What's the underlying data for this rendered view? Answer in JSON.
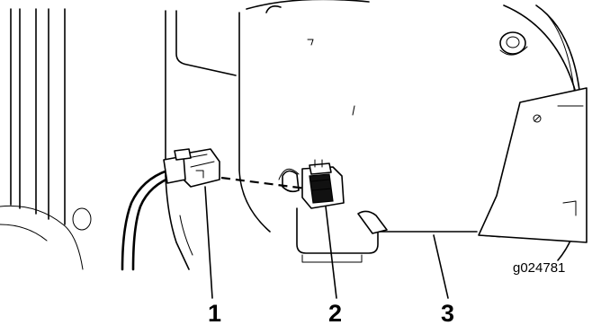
{
  "figure_id": "g024781",
  "callouts": [
    {
      "number": "1"
    },
    {
      "number": "2"
    },
    {
      "number": "3"
    }
  ]
}
